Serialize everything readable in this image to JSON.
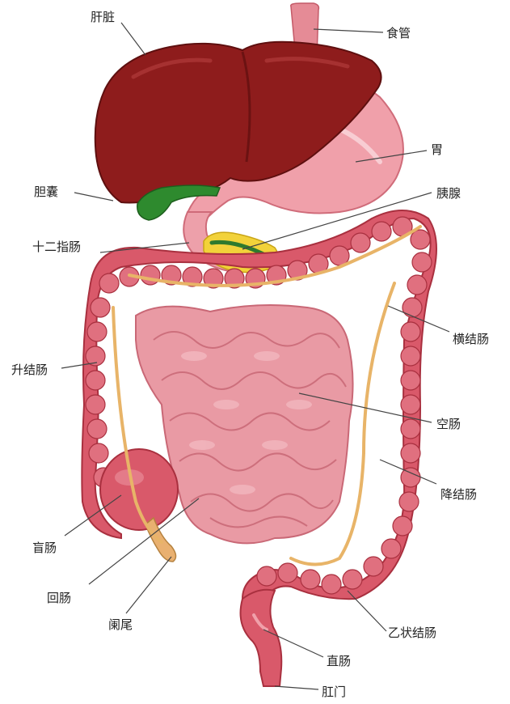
{
  "labels": {
    "liver": "肝脏",
    "esophagus": "食管",
    "stomach": "胃",
    "gallbladder": "胆囊",
    "pancreas": "胰腺",
    "duodenum": "十二指肠",
    "transverse_colon": "横结肠",
    "ascending_colon": "升结肠",
    "jejunum": "空肠",
    "descending_colon": "降结肠",
    "cecum": "盲肠",
    "ileum": "回肠",
    "appendix": "阑尾",
    "sigmoid_colon": "乙状结肠",
    "rectum": "直肠",
    "anus": "肛门"
  },
  "colors": {
    "liver": "#8e1c1c",
    "stomach": "#f0a0aa",
    "colon": "#d9596a",
    "small_intestine": "#e99aa4",
    "gallbladder": "#2e8a2e",
    "pancreas": "#f2d23a",
    "mesentery": "#e8b468"
  }
}
